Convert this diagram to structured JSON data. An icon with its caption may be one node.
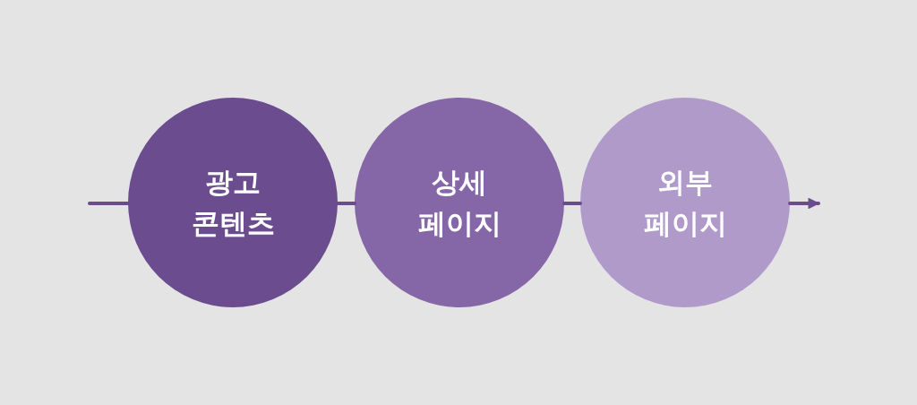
{
  "diagram": {
    "nodes": [
      {
        "text": [
          "광고 콘텐츠"
        ]
      },
      {
        "text": [
          "상세 페이지"
        ]
      },
      {
        "text": [
          "외부 페이지"
        ]
      }
    ],
    "edges": [
      {
        "from": null,
        "to": 0,
        "arrow": "none"
      },
      {
        "from": 0,
        "to": 1,
        "arrow": "none"
      },
      {
        "from": 1,
        "to": 2,
        "arrow": "none"
      },
      {
        "from": 2,
        "to": null,
        "arrow": "to"
      }
    ]
  }
}
